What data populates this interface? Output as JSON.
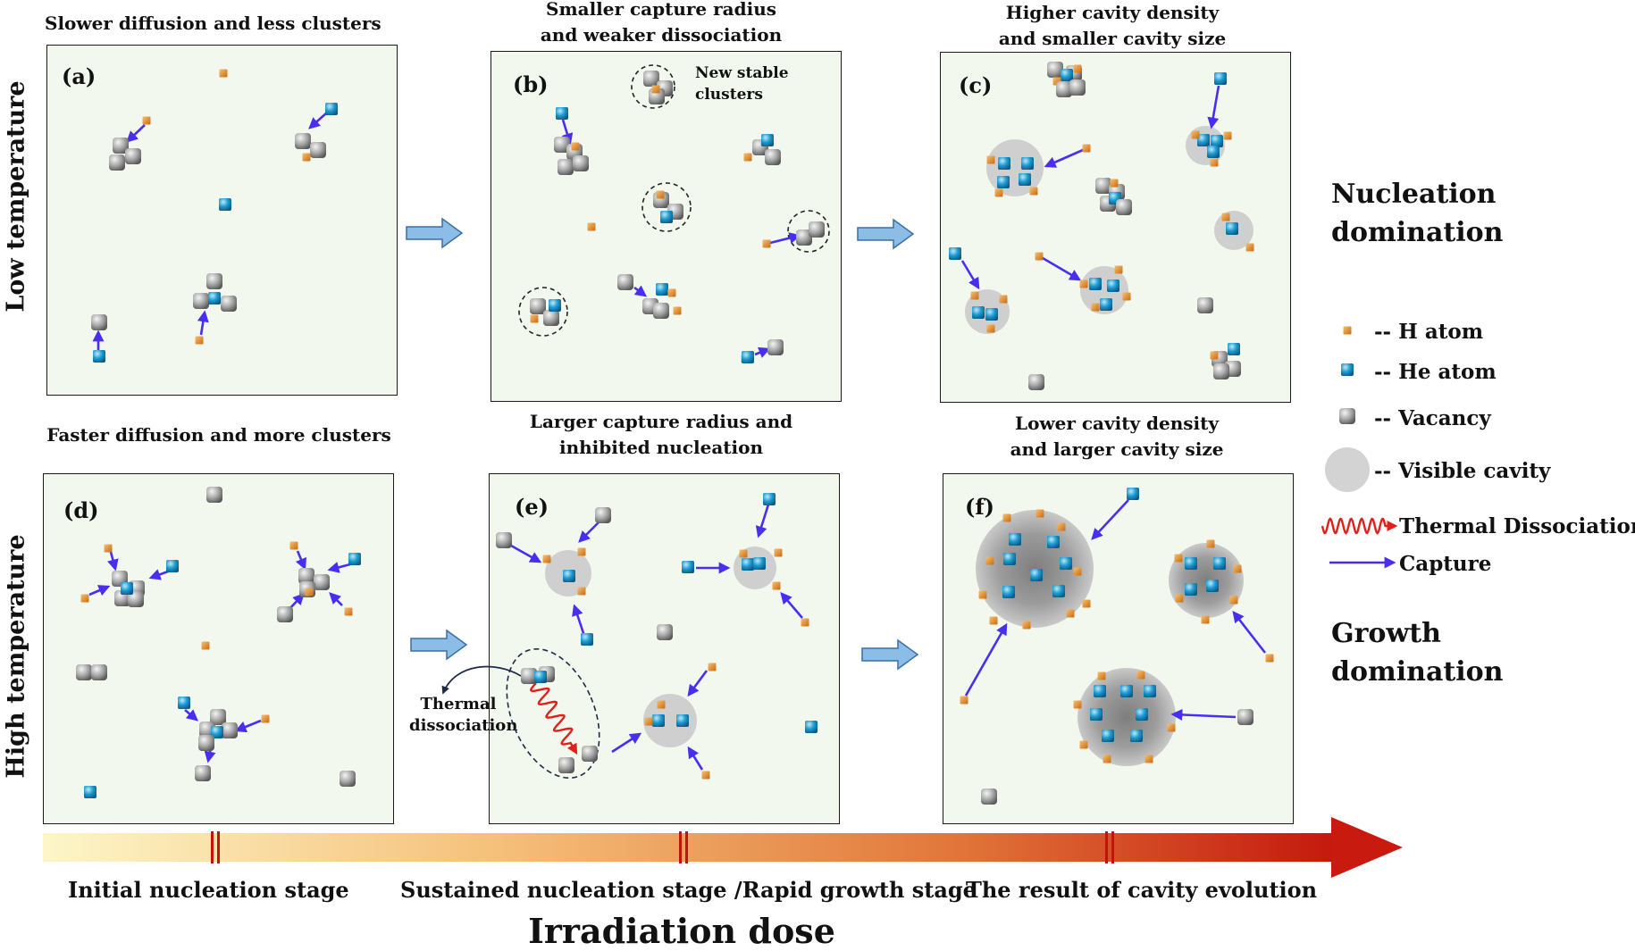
{
  "row_labels": {
    "low": "Low temperature",
    "high": "High temperature"
  },
  "panels": {
    "a": {
      "label": "(a)",
      "caption": [
        "Slower diffusion and less clusters"
      ]
    },
    "b": {
      "label": "(b)",
      "caption": [
        "Smaller capture radius",
        "and weaker dissociation"
      ],
      "annotation": [
        "New stable",
        "clusters"
      ]
    },
    "c": {
      "label": "(c)",
      "caption": [
        "Higher cavity density",
        "and smaller cavity size"
      ]
    },
    "d": {
      "label": "(d)",
      "caption": [
        "Faster diffusion and more clusters"
      ]
    },
    "e": {
      "label": "(e)",
      "caption": [
        "Larger capture radius and",
        "inhibited nucleation"
      ]
    },
    "f": {
      "label": "(f)",
      "caption": [
        "Lower cavity density",
        "and larger cavity size"
      ]
    }
  },
  "thermal_note": [
    "Thermal",
    "dissociation"
  ],
  "right_notes": {
    "nucleation": [
      "Nucleation",
      "domination"
    ],
    "growth": [
      "Growth",
      "domination"
    ]
  },
  "legend": {
    "h_atom": "-- H atom",
    "he_atom": "-- He atom",
    "vacancy": "-- Vacancy",
    "cavity": "-- Visible cavity",
    "thermal": "Thermal Dissociation",
    "capture": "Capture"
  },
  "stages": {
    "initial": "Initial nucleation stage",
    "sustained": "Sustained nucleation stage /Rapid growth stage",
    "result": "The result of cavity evolution"
  },
  "axis_title": "Irradiation dose",
  "colors": {
    "panel_bg": "#f3f8ee",
    "h_atom": "#e0841e",
    "he_atom": "#1f9cd0",
    "vacancy": "#9c9c9c",
    "cavity": "#cfcfcf",
    "capture_arrow": "#4a2ef0",
    "thermal_arrow": "#e0201a",
    "stage_arrow_start": "#fdf6c8",
    "stage_arrow_end": "#c4170d",
    "stage_arrow_head": "#c91a10",
    "transition_arrow": "#8cbde6"
  }
}
